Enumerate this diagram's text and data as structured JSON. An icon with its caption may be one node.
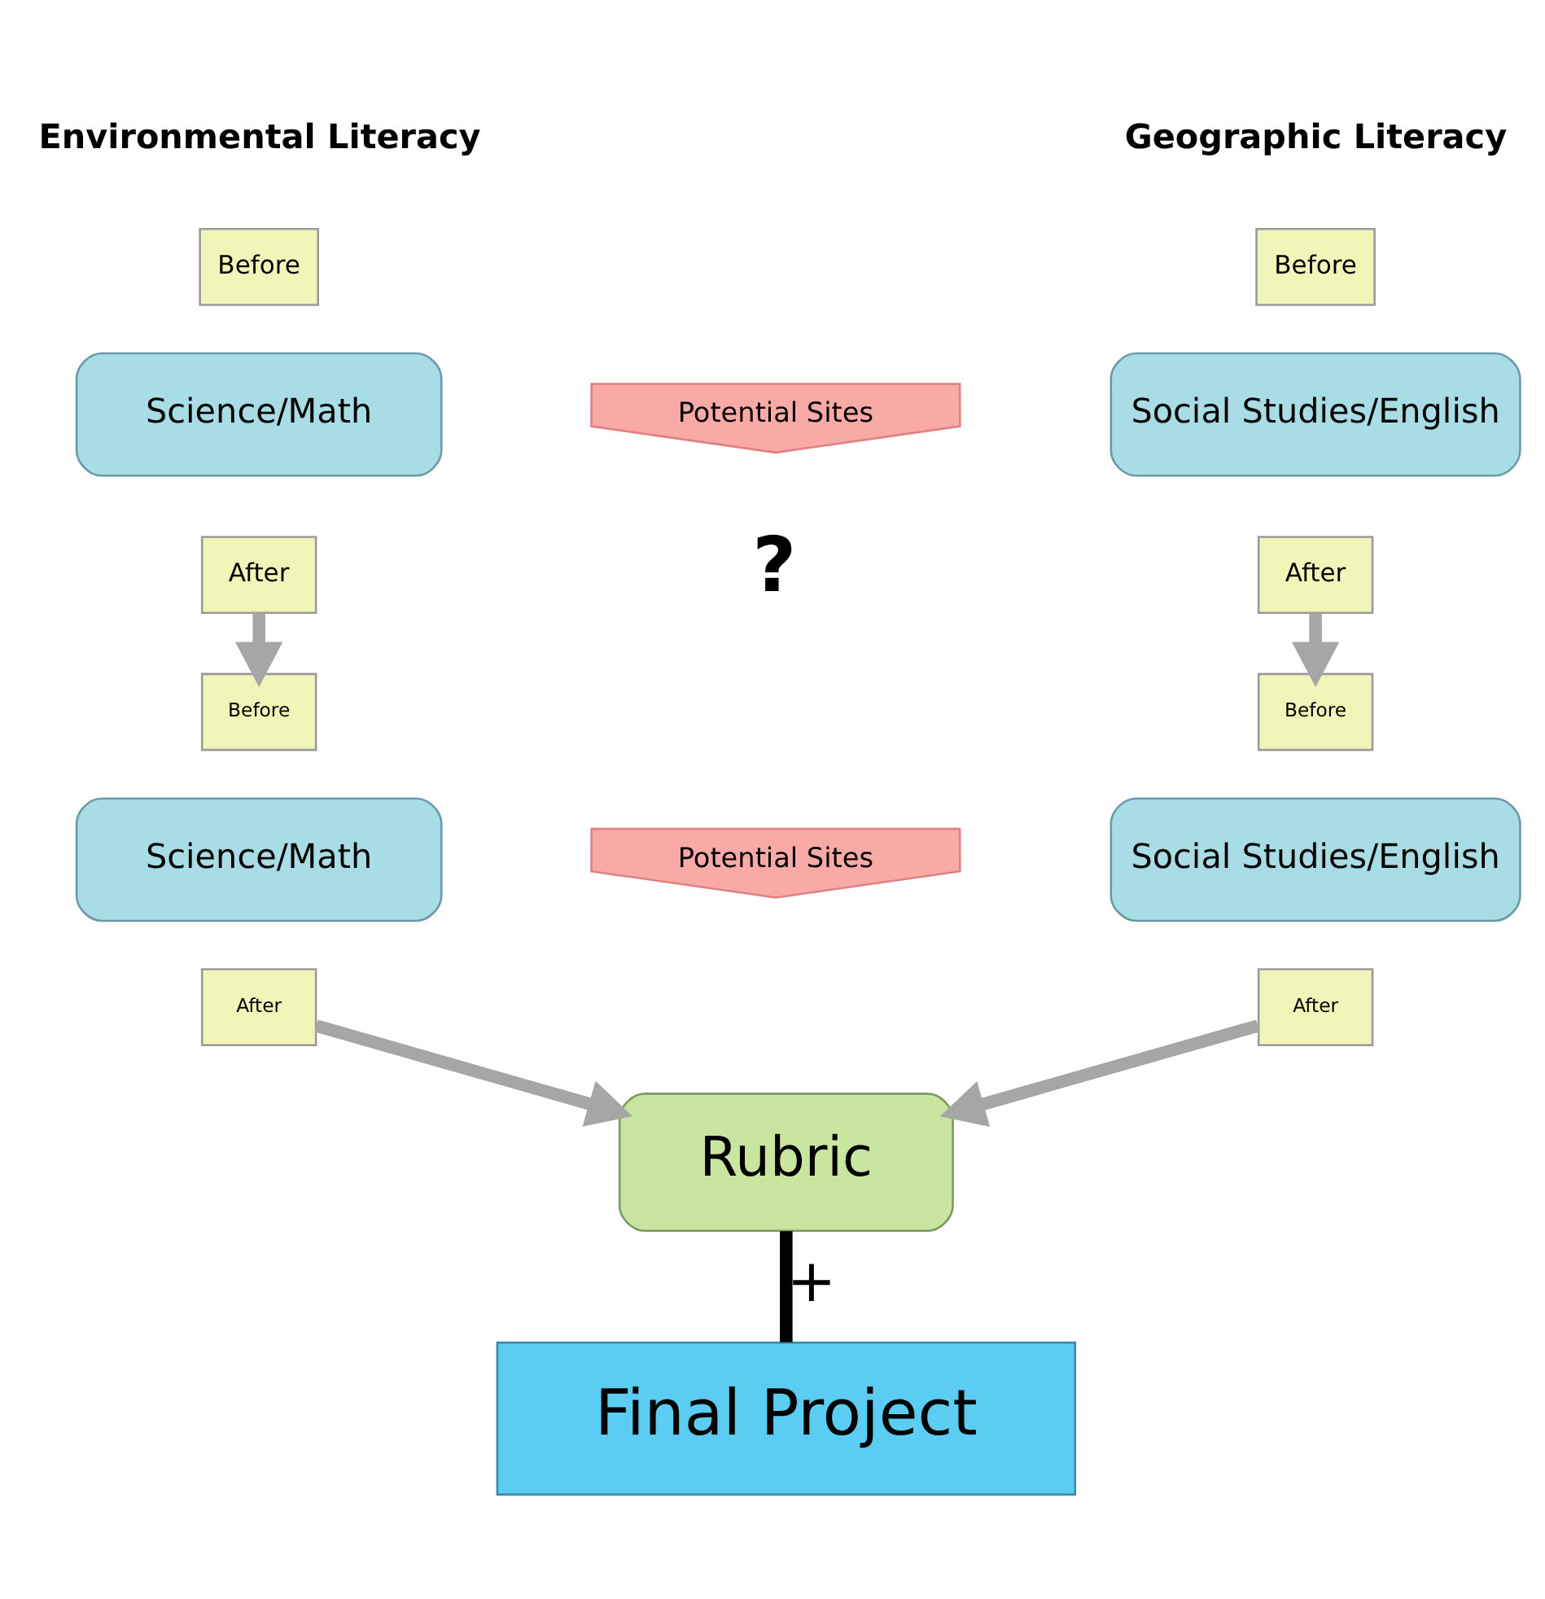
{
  "diagram": {
    "nodes": [
      {
        "text": [
          "Before"
        ]
      },
      {
        "text": [
          "Science/Math"
        ]
      },
      {
        "text": [
          "After"
        ]
      },
      {
        "text": [
          "Before"
        ]
      },
      {
        "text": [
          "Social Studies/English"
        ]
      },
      {
        "text": [
          "After"
        ]
      },
      {
        "text": [
          "Potential Sites"
        ]
      },
      {
        "text": [
          "Potential Sites"
        ]
      },
      {
        "text": [
          "Before"
        ]
      },
      {
        "text": [
          "Science/Math"
        ]
      },
      {
        "text": [
          "After"
        ]
      },
      {
        "text": [
          "Before"
        ]
      },
      {
        "text": [
          "Social Studies/English"
        ]
      },
      {
        "text": [
          "After"
        ]
      },
      {
        "text": [
          "Rubric"
        ]
      },
      {
        "text": [
          "Final Project"
        ]
      }
    ],
    "edges": [
      {
        "from": 2,
        "to": 8,
        "arrow": "to"
      },
      {
        "from": 5,
        "to": 11,
        "arrow": "to"
      },
      {
        "from": 10,
        "to": 14,
        "arrow": "to"
      },
      {
        "from": 13,
        "to": 14,
        "arrow": "to"
      },
      {
        "from": 14,
        "to": 15,
        "arrow": "none",
        "label": "+",
        "color": "#000000"
      }
    ],
    "labels": [
      "Environmental Literacy",
      "Geographic Literacy",
      "?"
    ]
  }
}
